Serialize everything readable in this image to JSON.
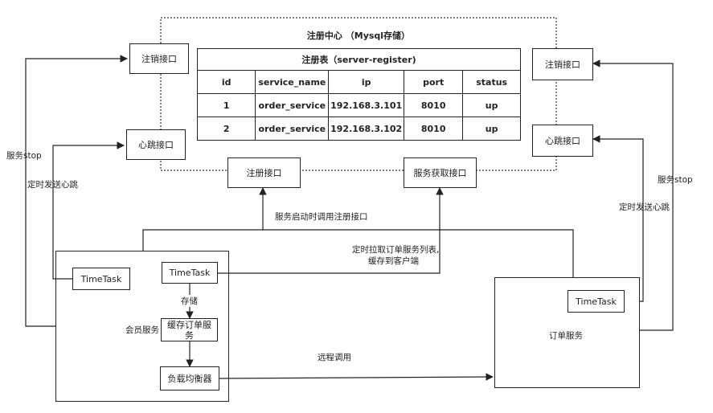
{
  "registry": {
    "title": "注册中心 （Mysql存储）",
    "table": {
      "title": "注册表（server-register)",
      "headers": [
        "id",
        "service_name",
        "ip",
        "port",
        "status"
      ],
      "rows": [
        [
          "1",
          "order_service",
          "192.168.3.101",
          "8010",
          "up"
        ],
        [
          "2",
          "order_service",
          "192.168.3.102",
          "8010",
          "up"
        ]
      ]
    },
    "register_api": "注册接口",
    "discovery_api": "服务获取接口"
  },
  "left": {
    "deregister_api": "注销接口",
    "heartbeat_api": "心跳接口",
    "stop_label": "服务stop",
    "heartbeat_label": "定时发送心跳"
  },
  "right": {
    "deregister_api": "注销接口",
    "heartbeat_api": "心跳接口",
    "stop_label": "服务stop",
    "heartbeat_label": "定时发送心跳"
  },
  "member_service": {
    "label": "会员服务",
    "timetask_heartbeat": "TimeTask",
    "timetask_fetch": "TimeTask",
    "store_label": "存储",
    "cache": "缓存订单服务",
    "load_balancer": "负载均衡器"
  },
  "order_service": {
    "label": "订单服务",
    "timetask": "TimeTask"
  },
  "edges": {
    "register_on_start": "服务启动时调用注册接口",
    "fetch_line1": "定时拉取订单服务列表,",
    "fetch_line2": "缓存到客户端",
    "remote_call": "远程调用"
  }
}
